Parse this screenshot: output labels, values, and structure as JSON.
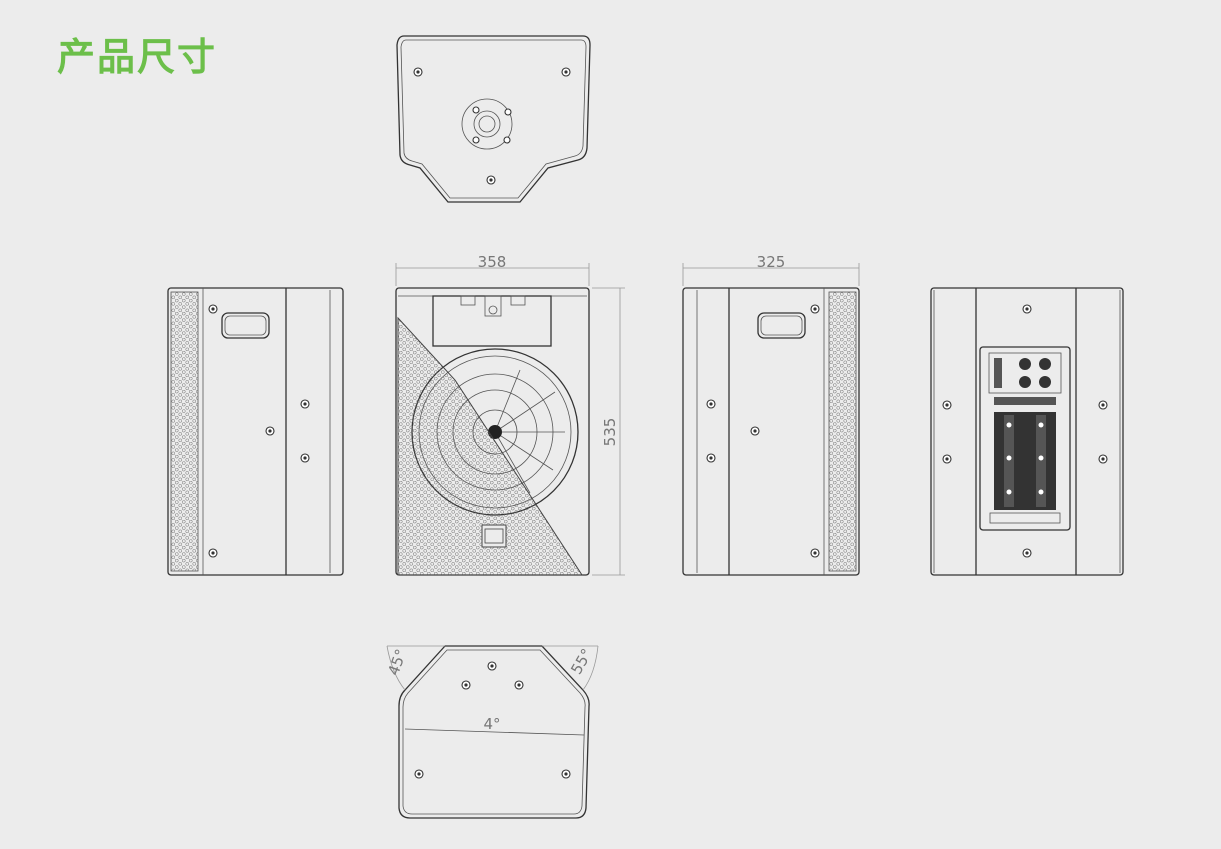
{
  "title": "产品尺寸",
  "dimensions": {
    "width": "358",
    "depth": "325",
    "height": "535",
    "angle_left": "45°",
    "angle_right": "55°",
    "angle_bottom": "4°"
  },
  "colors": {
    "title": "#6cbf4a",
    "background": "#ececec",
    "line": "#333333",
    "dimension": "#999999"
  }
}
